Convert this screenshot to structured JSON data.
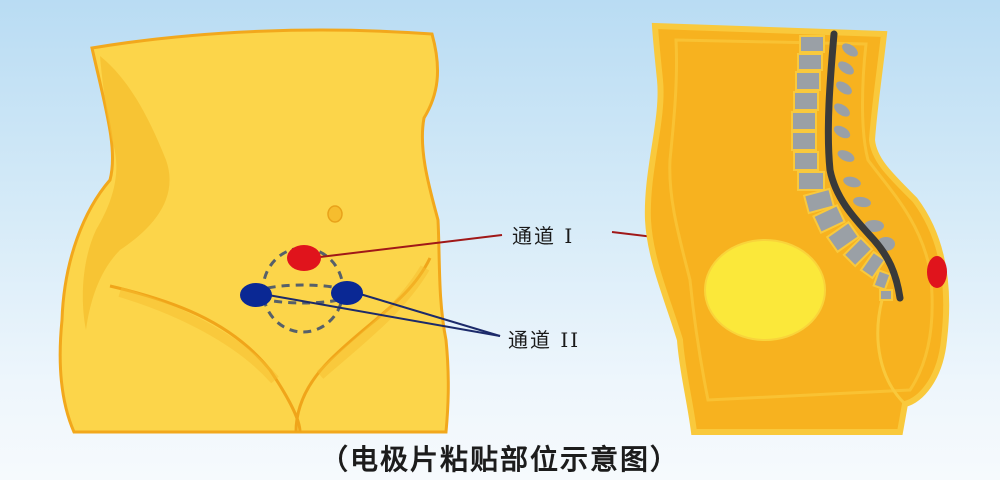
{
  "labels": {
    "channel_1": "通道 I",
    "channel_2": "通道 II"
  },
  "caption": "（电极片粘贴部位示意图）",
  "colors": {
    "background_top": "#b9dcf3",
    "body_front": "#fcd54a",
    "body_front_shade": "#f6bd2e",
    "body_side": "#f7b21f",
    "body_side_outline": "#f9c93c",
    "bladder": "#fbe83a",
    "spine_vertebra": "#9aa0a6",
    "spinal_cord": "#3a3a3a",
    "electrode_channel_1": "#e0141c",
    "electrode_channel_2": "#0a2894",
    "lead_channel_1": "#a01818",
    "lead_channel_2": "#1c2a6a",
    "dashed_outline": "#56606a"
  },
  "figures": {
    "front_view": "front-abdomen",
    "side_view": "lateral-pelvis"
  }
}
